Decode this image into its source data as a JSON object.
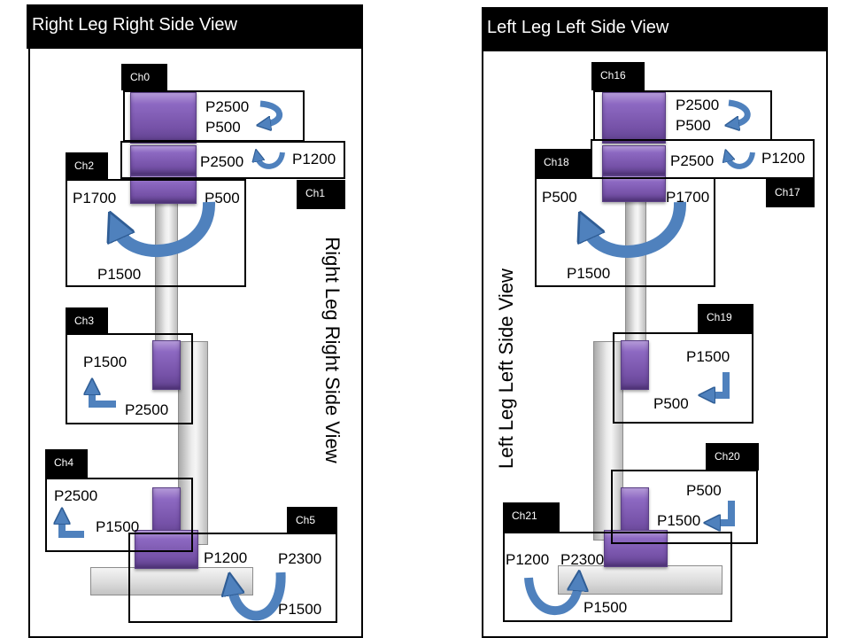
{
  "colors": {
    "servo_block": "#7a55ad",
    "arrow": "#4f81bd",
    "frame_stroke": "#000000"
  },
  "right_view": {
    "title": "Right Leg Right Side View",
    "rotated_label": "Right Leg Right Side View",
    "channels": {
      "ch0": {
        "label": "Ch0",
        "p_a": "P2500",
        "p_b": "P500"
      },
      "ch1": {
        "label": "Ch1",
        "p_a": "P2500",
        "p_b": "P1200"
      },
      "ch2": {
        "label": "Ch2",
        "p_a": "P1700",
        "p_b": "P500",
        "p_c": "P1500"
      },
      "ch3": {
        "label": "Ch3",
        "p_a": "P1500",
        "p_b": "P2500"
      },
      "ch4": {
        "label": "Ch4",
        "p_a": "P2500",
        "p_b": "P1500"
      },
      "ch5": {
        "label": "Ch5",
        "p_a": "P1200",
        "p_b": "P2300",
        "p_c": "P1500"
      }
    }
  },
  "left_view": {
    "title": "Left Leg Left Side View",
    "rotated_label": "Left Leg Left Side View",
    "channels": {
      "ch16": {
        "label": "Ch16",
        "p_a": "P2500",
        "p_b": "P500"
      },
      "ch17": {
        "label": "Ch17",
        "p_a": "P2500",
        "p_b": "P1200"
      },
      "ch18": {
        "label": "Ch18",
        "p_a": "P500",
        "p_b": "P1700",
        "p_c": "P1500"
      },
      "ch19": {
        "label": "Ch19",
        "p_a": "P1500",
        "p_b": "P500"
      },
      "ch20": {
        "label": "Ch20",
        "p_a": "P500",
        "p_b": "P1500"
      },
      "ch21": {
        "label": "Ch21",
        "p_a": "P1200",
        "p_b": "P2300",
        "p_c": "P1500"
      }
    }
  }
}
